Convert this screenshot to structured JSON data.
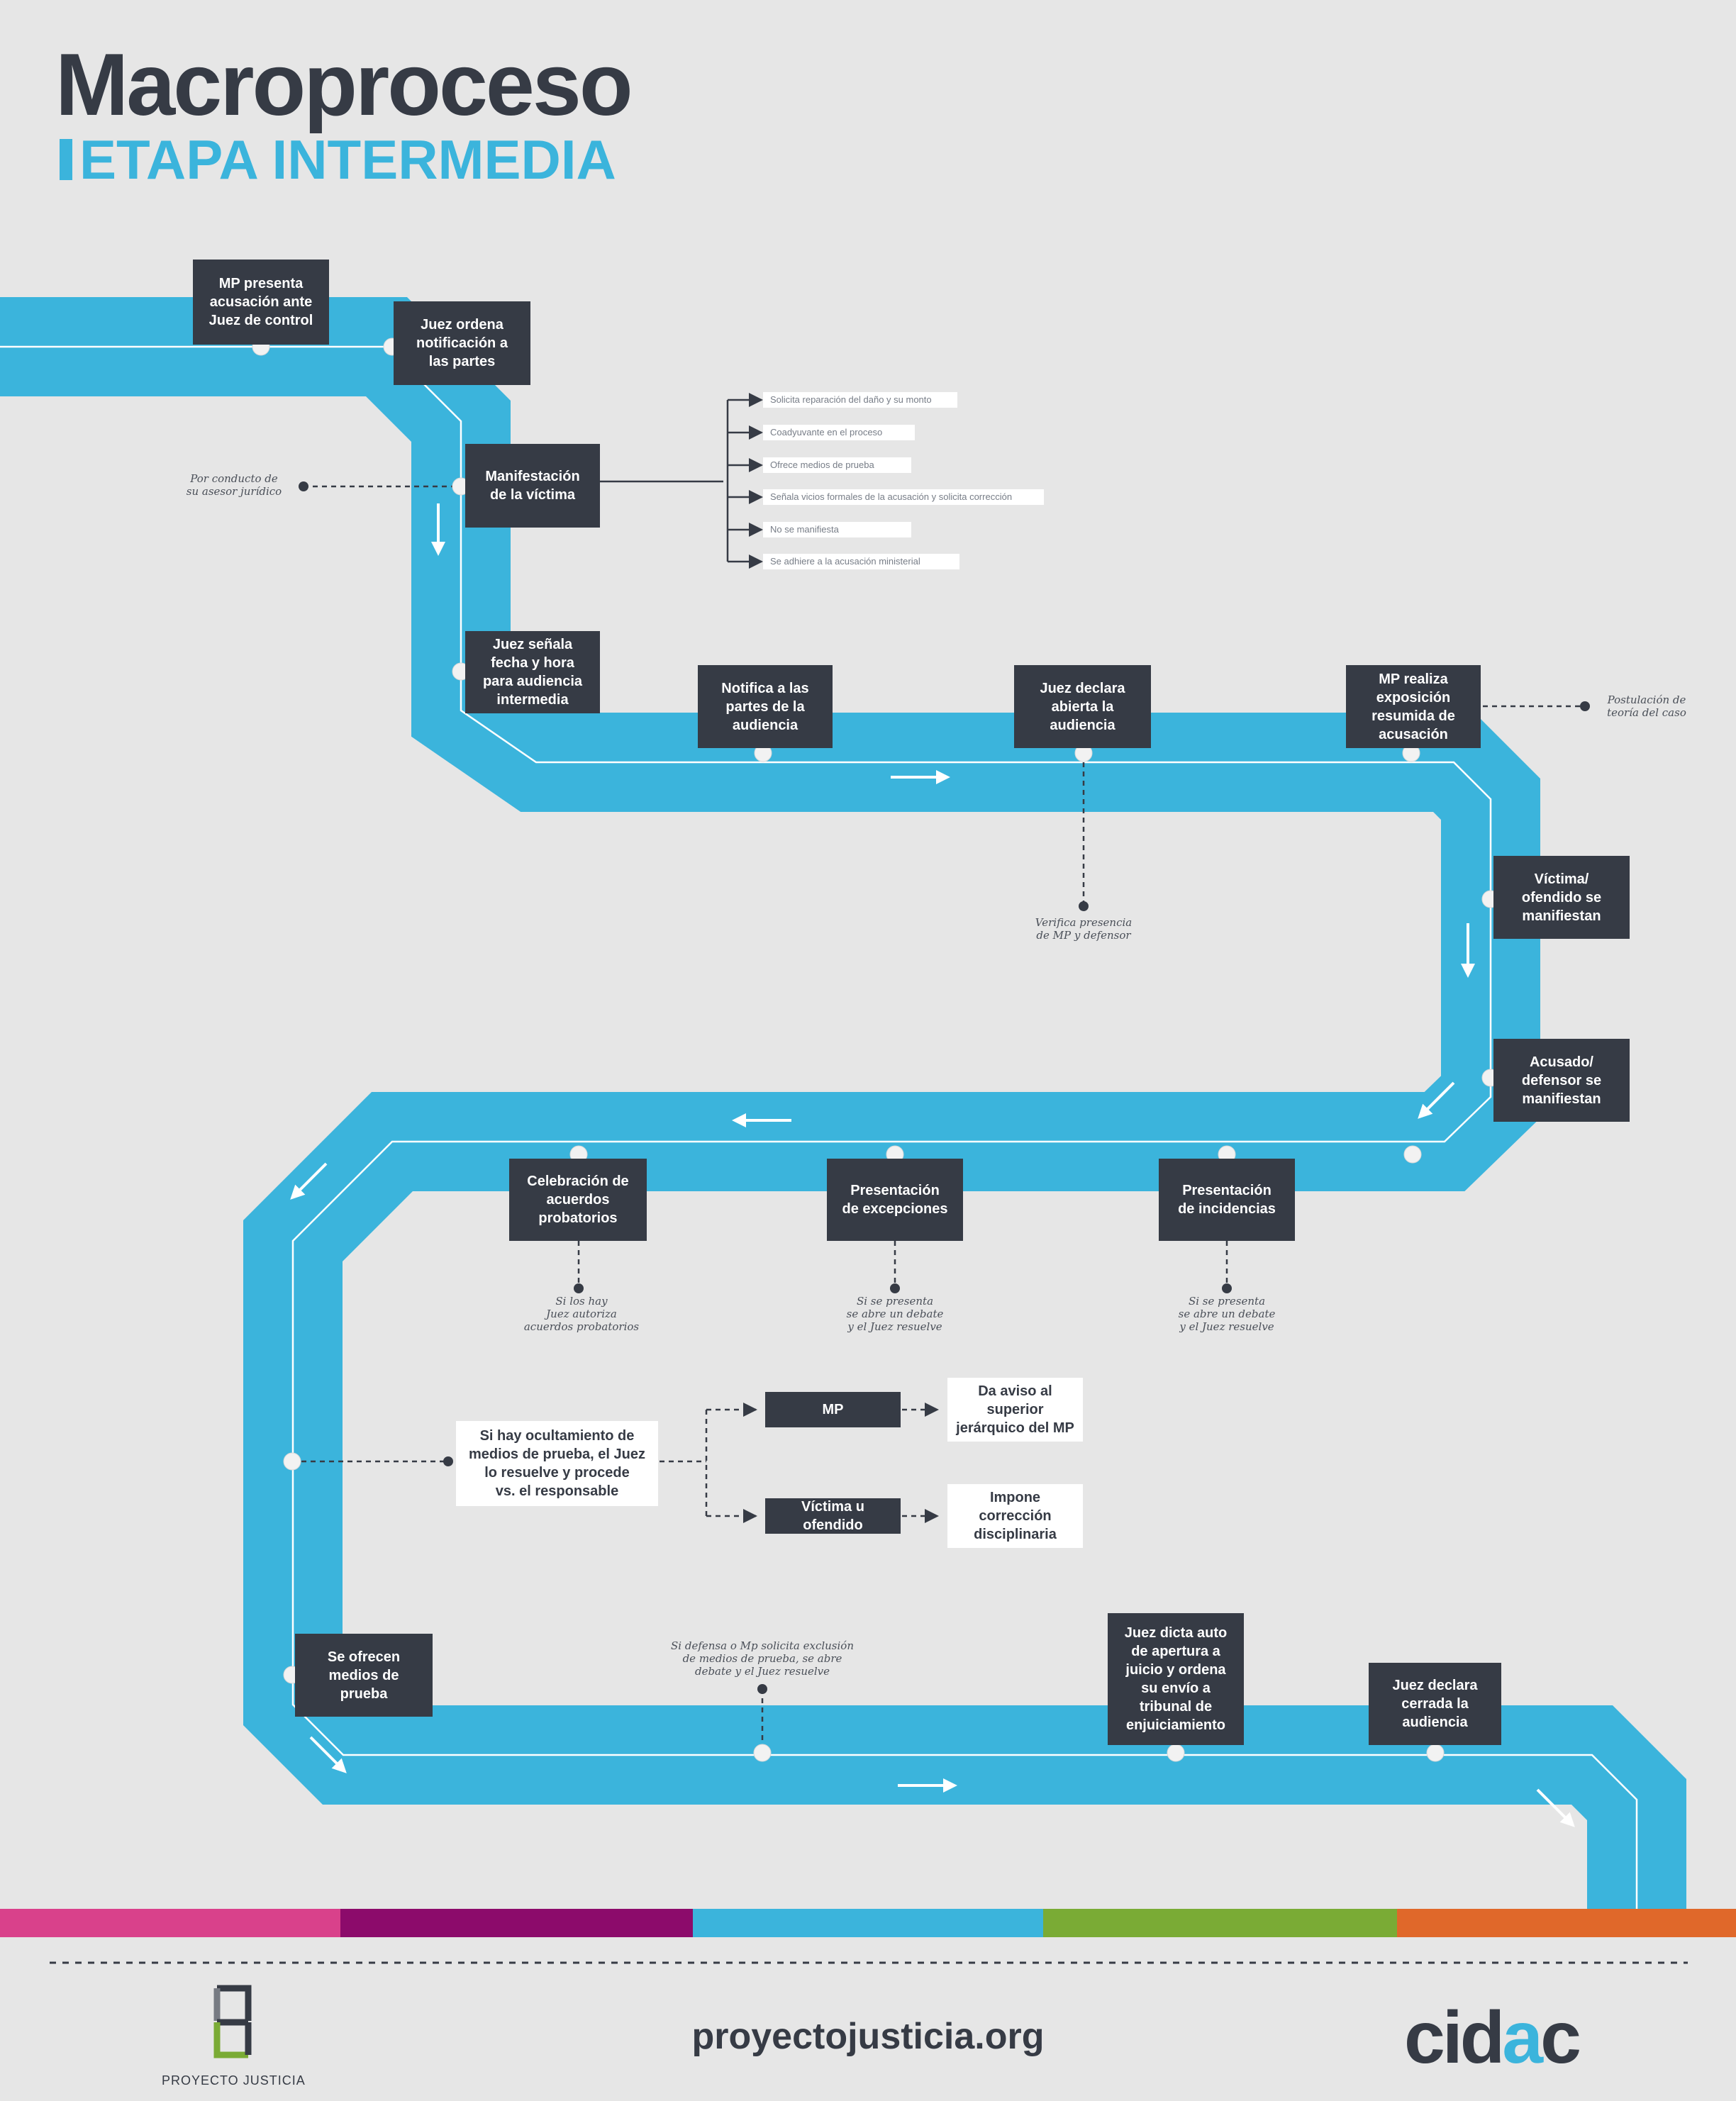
{
  "header": {
    "title": "Macroproceso",
    "subtitle": "ETAPA INTERMEDIA"
  },
  "steps": {
    "s1": "MP presenta\nacusación ante\nJuez de control",
    "s2": "Juez ordena\nnotificación a\nlas partes",
    "s3": "Manifestación\nde la víctima",
    "s4": "Juez señala\nfecha y hora\npara audiencia\nintermedia",
    "s5": "Notifica a las\npartes de la\naudiencia",
    "s6": "Juez declara\nabierta la\naudiencia",
    "s7": "MP realiza\nexposición\nresumida de\nacusación",
    "s8": "Víctima/\nofendido se\nmanifiestan",
    "s9": "Acusado/\ndefensor se\nmanifiestan",
    "s10": "Presentación\nde incidencias",
    "s11": "Presentación\nde excepciones",
    "s12": "Celebración de\nacuerdos\nprobatorios",
    "s13": "Si hay ocultamiento de\nmedios de prueba, el Juez\nlo resuelve y procede\nvs. el responsable",
    "s14": "MP",
    "s15": "Víctima u\nofendido",
    "s16": "Da aviso al\nsuperior\njerárquico del MP",
    "s17": "Impone\ncorrección\ndisciplinaria",
    "s18": "Se ofrecen\nmedios de\nprueba",
    "s19": "Juez dicta auto\nde apertura a\njuicio y ordena\nsu envío a\ntribunal de\nenjuiciamiento",
    "s20": "Juez declara\ncerrada la\naudiencia"
  },
  "options": [
    "Solicita reparación del daño y su monto",
    "Coadyuvante en el  proceso",
    "Ofrece medios de prueba",
    "Señala vicios formales de la acusación y solicita corrección",
    "No se manifiesta",
    "Se adhiere a la acusación ministerial"
  ],
  "notes": {
    "n1": "Por conducto de\nsu asesor jurídico",
    "n2": "Postulación de\nteoría del caso",
    "n3": "Verifica presencia\nde MP y defensor",
    "n4": "Si los hay\nJuez autoriza\nacuerdos probatorios",
    "n5": "Si se presenta\nse abre un debate\ny el Juez resuelve",
    "n6": "Si se presenta\nse abre un debate\ny el Juez resuelve",
    "n7": "Si defensa o Mp solicita exclusión\nde medios de prueba, se abre\ndebate  y el Juez resuelve"
  },
  "footer": {
    "url": "proyectojusticia.org",
    "logo_left_text": "PROYECTO JUSTICIA",
    "logo_right_text_1": "cid",
    "logo_right_text_2": "a",
    "logo_right_text_3": "c"
  },
  "colors": {
    "road": "#3bb4dc",
    "box": "#363b45",
    "background": "#e6e6e6",
    "strip": [
      "#d9418b",
      "#8c0b6b",
      "#3bb4dc",
      "#7aab35",
      "#e0682a"
    ]
  }
}
